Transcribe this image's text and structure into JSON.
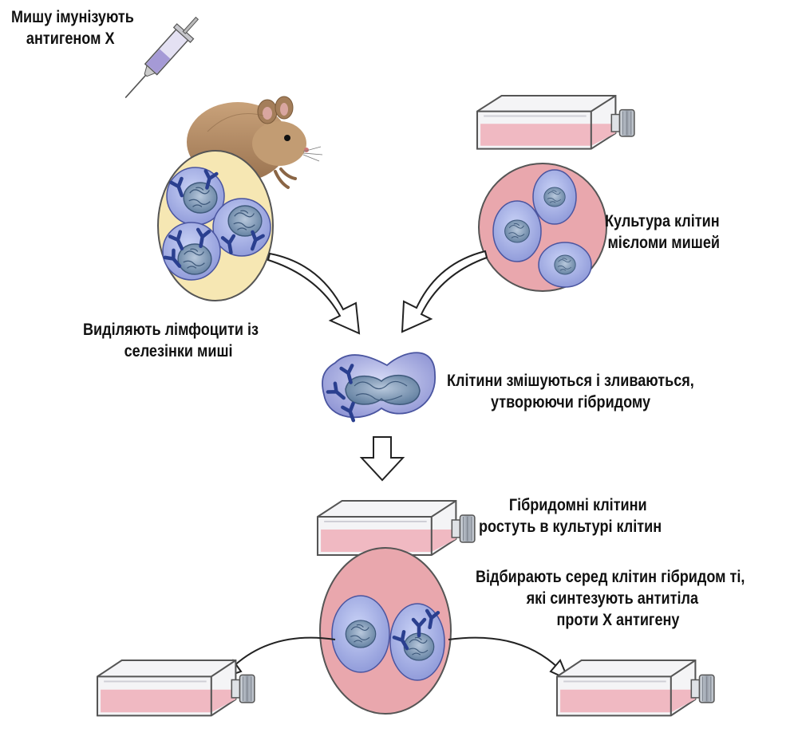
{
  "labels": {
    "immunize": [
      "Мишу імунізують",
      "антигеном Х"
    ],
    "myeloma_culture": [
      "Культура клітин",
      "мієломи мишей"
    ],
    "isolate_lymphocytes": [
      "Виділяють лімфоцити із",
      "селезінки миші"
    ],
    "fusion": [
      "Клітини змішуються і зливаються,",
      "утворюючи гібридому"
    ],
    "hybridoma_growth": [
      "Гібридомні клітини",
      "ростуть в культурі клітин"
    ],
    "selection": [
      "Відбирають серед клітин гібридом ті,",
      "які синтезують антитіла",
      "проти Х антигену"
    ]
  },
  "colors": {
    "spleen_bg": "#f6e7b3",
    "culture_bg": "#e9a7ad",
    "medium_pink": "#f2b9c0",
    "cell_lavender": "#a9b3e6",
    "nucleus": "#7f97b8",
    "antibody": "#2a3f8f",
    "mouse_fur": "#b89068"
  },
  "icons": [
    "syringe-icon",
    "mouse-icon",
    "flask-icon",
    "antibody-icon",
    "arrow-icon"
  ]
}
